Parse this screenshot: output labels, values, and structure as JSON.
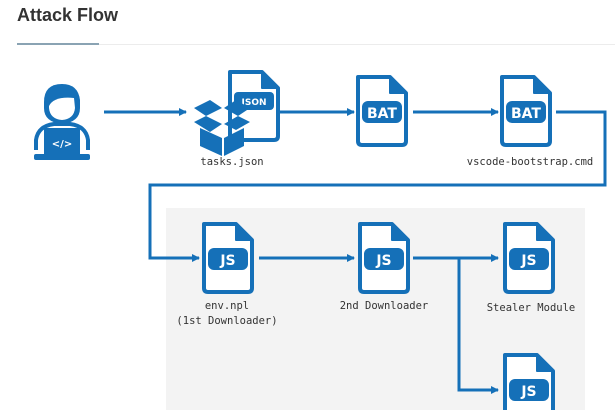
{
  "page": {
    "title": "Attack Flow"
  },
  "colors": {
    "accent": "#1570b8",
    "panel": "#f3f3f3",
    "text": "#333333",
    "tab_underline": "#8aa3b3"
  },
  "nodes": {
    "developer": {
      "icon": "developer-laptop-icon",
      "badge": "</>"
    },
    "tasks": {
      "icon": "package-json-icon",
      "badge": "JSON",
      "label": "tasks.json"
    },
    "bat1": {
      "icon": "bat-file-icon",
      "badge": "BAT"
    },
    "bat2": {
      "icon": "bat-file-icon",
      "badge": "BAT",
      "label": "vscode-bootstrap.cmd"
    },
    "js1": {
      "icon": "js-file-icon",
      "badge": "JS",
      "label_line1": "env.npl",
      "label_line2": "(1st Downloader)"
    },
    "js2": {
      "icon": "js-file-icon",
      "badge": "JS",
      "label": "2nd Downloader"
    },
    "js3": {
      "icon": "js-file-icon",
      "badge": "JS",
      "label": "Stealer Module"
    },
    "js4": {
      "icon": "js-file-icon",
      "badge": "JS"
    }
  }
}
